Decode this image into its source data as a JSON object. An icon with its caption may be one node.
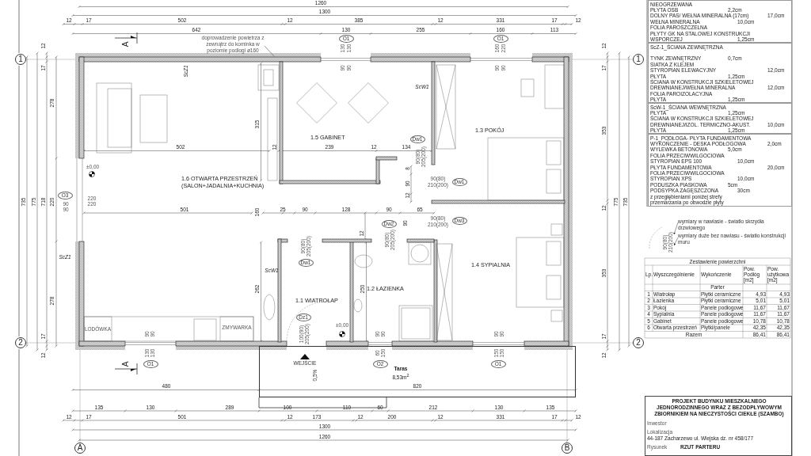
{
  "diagram": {
    "nodes": [
      {
        "text": [
          "NIEOGRZEWANA",
          "PŁYTA OSB",
          "2,2cm",
          "DOLNY PAS/ WEŁNA MINERALNA (17cm)",
          "17,0cm",
          "WEŁNA MINERALNA",
          "10,0cm",
          "FOLIA PAROSZCZELNA",
          "PŁYTY GK NA STALOWEJ KONSTRUKCJI WSPORCZEJ",
          "1,25cm"
        ]
      },
      {
        "text": [
          "ScZ-1_ŚCIANA ZEWNĘTRZNA",
          "TYNK ZEWNĘTRZNY",
          "0,7cm",
          "SIATKA Z KLEJEM",
          "STYROPIAN ELEWACYJNY",
          "12,0cm",
          "PŁYTA",
          "1,25cm",
          "ŚCIANA W KONSTRUKCJI SZKIELETOWEJ DREWNIANEJ/WEŁNA MINERALNA",
          "12,0cm",
          "FOLIA PAROIZOLACYJNA",
          "PŁYTA",
          "1,25cm"
        ]
      },
      {
        "text": [
          "ScW-1_ŚCIANA WEWNĘTRZNA",
          "PŁYTA",
          "1,25cm",
          "ŚCIANA W KONSTRUKCJI SZKIELETOWEJ DREWNIANEJ/IZOL. TERMICZNO-AKUST.",
          "10,0cm",
          "PŁYTA",
          "1,25cm"
        ]
      },
      {
        "text": [
          "P-1_PODŁOGA- PŁYTA FUNDAMENTOWA",
          "WYKOŃCZENIE - DESKA PODŁOGOWA",
          "2,0cm",
          "WYLEWKA BETONOWA",
          "5,0cm",
          "FOLIA PRZECIWWILGOCIOWA",
          "STYROPIAN EPS 100",
          "10,0cm",
          "PŁYTA FUNDAMENTOWA",
          "20,0cm",
          "FOLIA PRZECIWWILGOCIOWA",
          "STYROPIAN XPS",
          "10,0cm",
          "PODUSZKA PIASKOWA",
          "5cm",
          "PODSYPKA ZAGĘSZCZONA",
          "30cm",
          "z przegłębieniami poniżej strefy przemarzania po obwodzie płyty"
        ]
      },
      {
        "text": [
          "PROJEKT BUDYNKU MIESZKALNEGO JEDNORODZINNEGO WRAZ Z BEZODPŁYWOWYM ZBIORNIKIEM NA NIECZYSTOŚCI CIEKŁE (SZAMBO)",
          "Inwestor",
          "Lokalizacja",
          "44-187 Zacharzewo ul. Wiejska dz. nr 458/177",
          "Rysunek",
          "RZUT PARTERU"
        ]
      },
      {
        "text": [
          "Taras",
          "8,53m$^{2}$"
        ]
      },
      {
        "text": [
          "1"
        ]
      },
      {
        "text": [
          "1"
        ]
      },
      {
        "text": [
          "2"
        ]
      },
      {
        "text": [
          "2"
        ]
      },
      {
        "text": [
          "A"
        ]
      },
      {
        "text": [
          "B"
        ]
      },
      {
        "text": [
          "O1"
        ]
      },
      {
        "text": [
          "O1"
        ]
      },
      {
        "text": [
          "Dw1"
        ]
      },
      {
        "text": [
          "Dw1"
        ]
      },
      {
        "text": [
          "Dw2"
        ]
      },
      {
        "text": [
          "Dw3"
        ]
      },
      {
        "text": [
          "Dw1"
        ]
      },
      {
        "text": [
          "Dz1"
        ]
      },
      {
        "text": [
          "O1"
        ]
      },
      {
        "text": [
          "O2"
        ],
        "in": 5
      },
      {
        "text": [
          "O1"
        ],
        "in": 5
      },
      {
        "text": [
          "O3"
        ]
      },
      {
        "text": [
          "doprowadzenie powietrza z zewnątrz do kominka w poziomie podłogi ø160"
        ]
      },
      {
        "text": [
          "wymiary w nawiasie - światło skrzydła drzwiowego"
        ]
      },
      {
        "text": [
          "wymiary duże bez nawiasu - światło konstrukcji muru"
        ]
      },
      {
        "text": [
          "90(80)",
          "210(200)"
        ]
      }
    ],
    "edges": [
      {
        "from": 24,
        "to": null,
        "arrow": "none"
      },
      {
        "from": 25,
        "to": 27,
        "arrow": "to"
      },
      {
        "from": 26,
        "to": 27,
        "arrow": "to"
      }
    ],
    "labels": [
      "1260",
      "1300",
      "12",
      "17",
      "502",
      "12",
      "385",
      "12",
      "331",
      "17",
      "12",
      "642",
      "130",
      "255",
      "160",
      "113",
      "A",
      "A",
      "12",
      "17",
      "278",
      "735",
      "775",
      "718",
      "220",
      "90",
      "90",
      "220",
      "220",
      "278",
      "17",
      "12",
      "12",
      "17",
      "353",
      "12",
      "775",
      "735",
      "353",
      "17",
      "12",
      "ScZ1",
      "ScW1",
      "ScZ1",
      "ScW1",
      "315",
      "502",
      "12",
      "239",
      "12",
      "134",
      "8",
      "90",
      "12",
      "501",
      "160",
      "25",
      "90",
      "128",
      "90",
      "65",
      "90",
      "12",
      "262",
      "250",
      "±0,00",
      "±0,00",
      "LODÓWKA",
      "ZMYWARKA",
      "WEJŚCIE",
      "0,5%",
      "1.6 OTWARTA PRZESTRZEŃ (SALON+JADALNIA+KUCHNIA)",
      "1.5 GABINET",
      "1.3 POKÓJ",
      "1.4 SYPIALNIA",
      "1.1 WIATROŁAP",
      "1.2 ŁAZIENKA",
      "480",
      "820",
      "135",
      "130",
      "289",
      "100",
      "110",
      "60",
      "212",
      "130",
      "135",
      "12",
      "17",
      "501",
      "12",
      "173",
      "12",
      "200",
      "12",
      "331",
      "17",
      "12",
      "1300",
      "1260",
      "90(80)",
      "205(200)",
      "90(80)",
      "210(200)",
      "90(80)",
      "210(200)",
      "90(80)",
      "205(200)",
      "90(80)",
      "205(200)",
      "100(90)",
      "205(200)",
      "130",
      "130",
      "90",
      "90",
      "160",
      "220",
      "90",
      "90",
      "90",
      "90",
      "130",
      "130",
      "90",
      "90",
      "60",
      "150",
      "90",
      "90",
      "150",
      "150",
      "Zestawienie powierzchni",
      "Lp.",
      "Wyszczególnienie",
      "Wykończenie",
      "Pow. Podłóg [m2]",
      "Pow. użytkowa [m2]",
      "Parter",
      "1",
      "Wiatrołap",
      "Płytki ceramiczne",
      "4,93",
      "4,93",
      "2",
      "Łazienka",
      "Płytki ceramiczne",
      "5,01",
      "5,01",
      "3",
      "Pokój",
      "Panele podłogowe",
      "11,67",
      "11,67",
      "4",
      "Sypialnia",
      "Panele podłogowe",
      "11,67",
      "11,67",
      "5",
      "Gabinet",
      "Panele podłogowe",
      "10,78",
      "10,78",
      "6",
      "Otwarta przestrzeń",
      "Płytki/panele",
      "42,35",
      "42,35",
      "Razem",
      "86,41",
      "86,41"
    ]
  }
}
